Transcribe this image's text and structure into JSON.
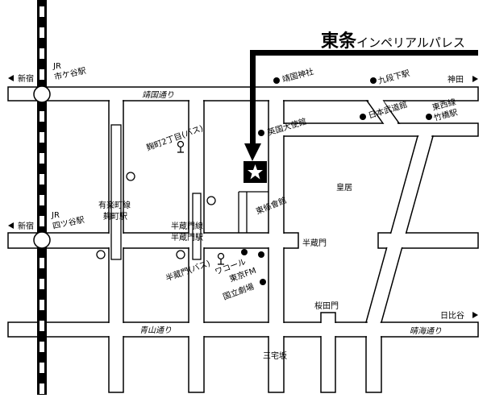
{
  "title": {
    "main": "東条",
    "sub": "インペリアルパレス"
  },
  "colors": {
    "ink": "#000000",
    "paper": "#ffffff"
  },
  "roads": {
    "yasukuni_dori": "靖国通り",
    "aoyama_dori": "青山通り",
    "harumi_dori": "晴海通り"
  },
  "directions": {
    "shinjuku_top": "新宿",
    "shinjuku_mid": "新宿",
    "kanda": "神田",
    "hibiya": "日比谷"
  },
  "stations": {
    "jr_ichigaya": [
      "JR",
      "市ケ谷駅"
    ],
    "jr_yotsuya": [
      "JR",
      "四ツ谷駅"
    ],
    "yurakucho": [
      "有楽町線",
      "麹町駅"
    ],
    "hanzomon_line": [
      "半蔵門線",
      "半蔵門駅"
    ],
    "kudanshita": "九段下駅",
    "takebashi": [
      "東西線",
      "竹橋駅"
    ]
  },
  "landmarks": {
    "yasukuni_jinja": "靖国神社",
    "british_embassy": "英国大使館",
    "budokan": "日本武道館",
    "kojimachi_bus": "麹町2丁目(バス)",
    "tojo_kaikan": "東條會館",
    "imperial_palace": "皇居",
    "hanzomon_gate": "半蔵門",
    "hanzomon_bus": "半蔵門(バス)",
    "wacoal": "ワコール",
    "tokyo_fm": "東京FM",
    "national_theatre": "国立劇場",
    "sakuradamon": "桜田門",
    "miyakezaka": "三宅坂"
  }
}
